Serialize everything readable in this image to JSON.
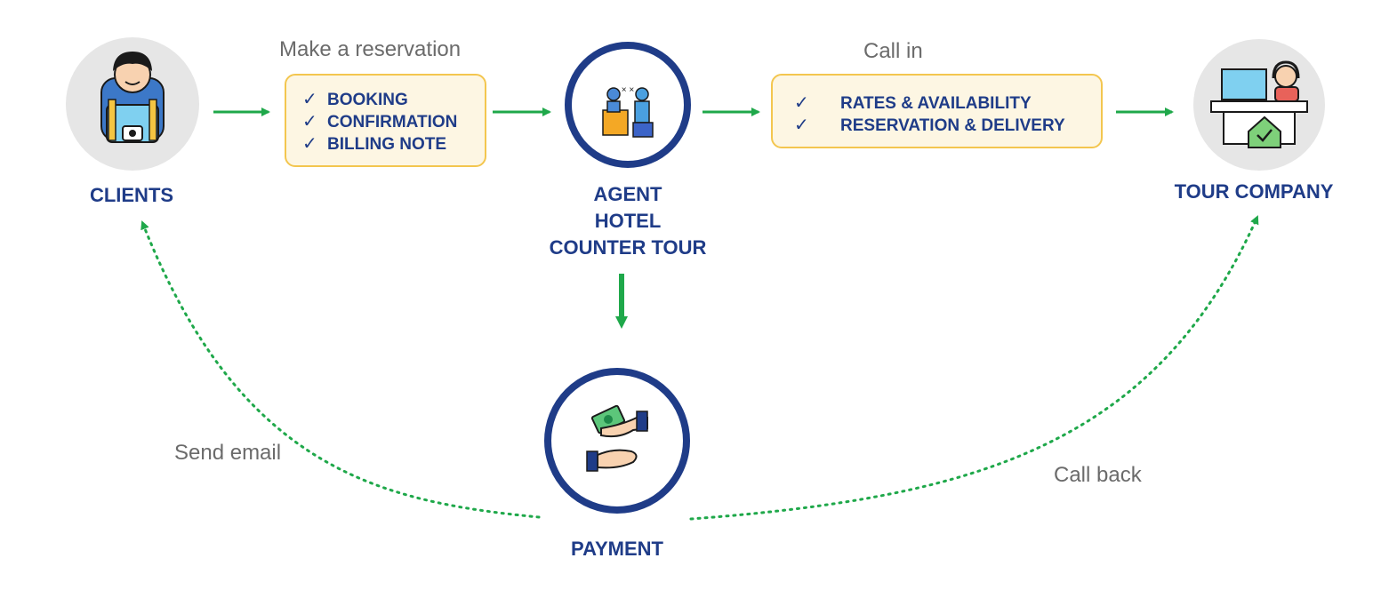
{
  "nodes": {
    "clients": {
      "title": "CLIENTS"
    },
    "agent": {
      "title_lines": [
        "AGENT",
        "HOTEL",
        "COUNTER TOUR"
      ]
    },
    "tour_company": {
      "title": "TOUR COMPANY"
    },
    "payment": {
      "title": "PAYMENT"
    }
  },
  "flows": {
    "make_reservation": "Make a reservation",
    "call_in": "Call in",
    "send_email": "Send email",
    "call_back": "Call back"
  },
  "reservation_box": {
    "items": [
      "BOOKING",
      "CONFIRMATION",
      "BILLING NOTE"
    ]
  },
  "call_in_box": {
    "items": [
      "RATES & AVAILABILITY",
      "RESERVATION & DELIVERY"
    ]
  },
  "colors": {
    "navy": "#1f3c88",
    "arrow_green": "#1fa84a",
    "box_fill": "#fdf6e3",
    "box_border": "#f3c64f",
    "icon_circle": "#e6e6e6"
  },
  "icons": {
    "clients": "traveler-icon",
    "agent": "agent-counter-icon",
    "tour_company": "reception-desk-icon",
    "payment": "money-handshake-icon",
    "check": "check-icon"
  }
}
